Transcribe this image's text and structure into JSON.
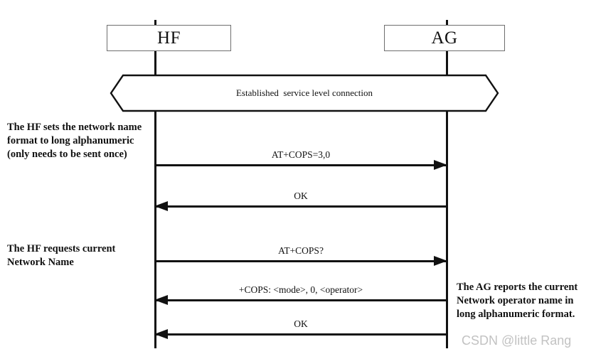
{
  "diagram": {
    "title": "HF / AG network name AT command sequence",
    "background_color": "#ffffff",
    "line_color": "#111111",
    "box_border_color": "#6e6e6e"
  },
  "actors": [
    {
      "id": "hf",
      "label": "HF"
    },
    {
      "id": "ag",
      "label": "AG"
    }
  ],
  "band": {
    "label": "Established  service level connection"
  },
  "messages": [
    {
      "id": "m1",
      "label": "AT+COPS=3,0",
      "direction": "to-right",
      "from": "hf",
      "to": "ag"
    },
    {
      "id": "m2",
      "label": "OK",
      "direction": "to-left",
      "from": "ag",
      "to": "hf"
    },
    {
      "id": "m3",
      "label": "AT+COPS?",
      "direction": "to-right",
      "from": "hf",
      "to": "ag"
    },
    {
      "id": "m4",
      "label": "+COPS: <mode>, 0, <operator>",
      "direction": "to-left",
      "from": "ag",
      "to": "hf"
    },
    {
      "id": "m5",
      "label": "OK",
      "direction": "to-left",
      "from": "ag",
      "to": "hf"
    }
  ],
  "annotations": {
    "left_1": "The HF sets the network name format to long alphanumeric (only needs to be sent once)",
    "left_2": "The HF requests current Network Name",
    "right_1": "The AG reports the current Network operator name in long alphanumeric format."
  },
  "watermark": {
    "text": "CSDN @little Rang",
    "color": "#c2c2c2"
  }
}
